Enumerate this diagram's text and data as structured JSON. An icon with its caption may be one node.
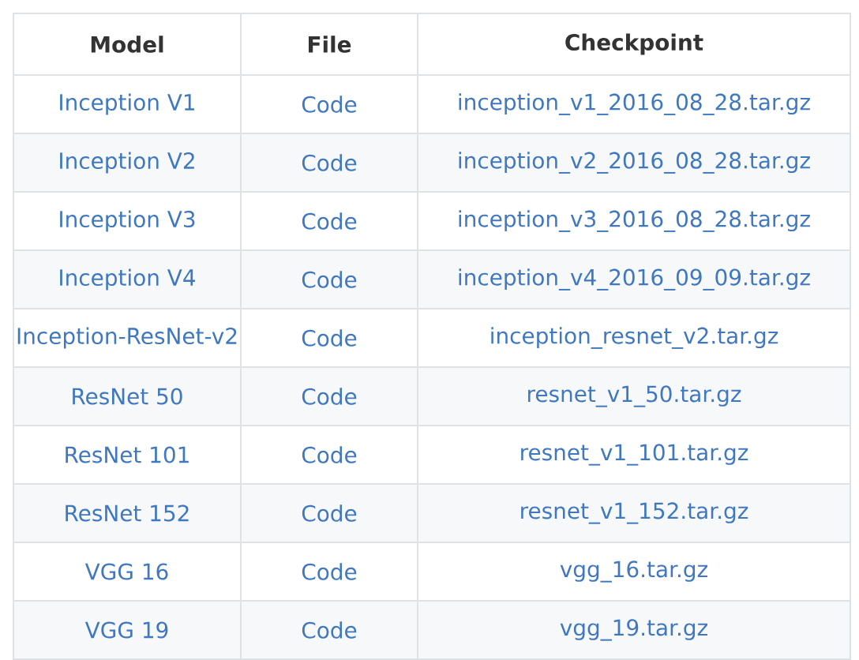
{
  "diagram": {
    "labels": [
      "Model",
      "File",
      "Checkpoint",
      "Inception V1",
      "Code",
      "inception_v1_2016_08_28.tar.gz",
      "Inception V2",
      "Code",
      "inception_v2_2016_08_28.tar.gz",
      "Inception V3",
      "Code",
      "inception_v3_2016_08_28.tar.gz",
      "Inception V4",
      "Code",
      "inception_v4_2016_09_09.tar.gz",
      "Inception-ResNet-v2",
      "Code",
      "inception_resnet_v2.tar.gz",
      "ResNet 50",
      "Code",
      "resnet_v1_50.tar.gz",
      "ResNet 101",
      "Code",
      "resnet_v1_101.tar.gz",
      "ResNet 152",
      "Code",
      "resnet_v1_152.tar.gz",
      "VGG 16",
      "Code",
      "vgg_16.tar.gz",
      "VGG 19",
      "Code",
      "vgg_19.tar.gz"
    ]
  }
}
